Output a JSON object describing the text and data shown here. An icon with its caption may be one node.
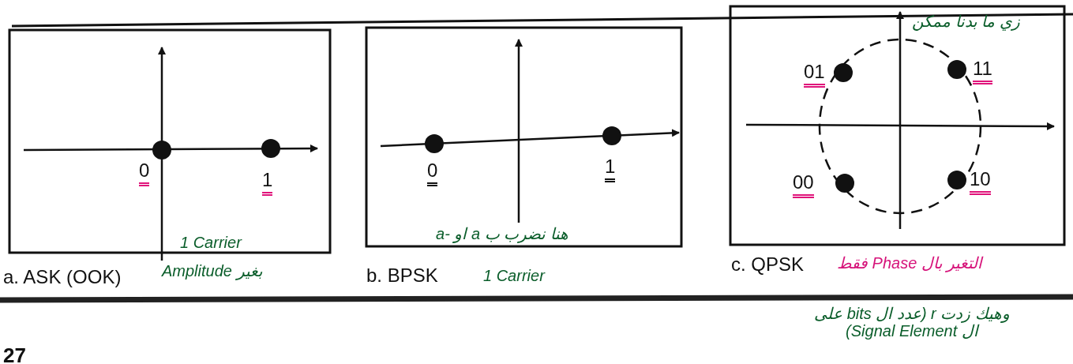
{
  "diagram": {
    "labels": [
      "0",
      "1",
      "1 Carrier",
      "a. ASK (OOK)",
      "Amplitude بغير",
      "0",
      "1",
      "هنا نضرب ب a او -a",
      "b. BPSK",
      "1 Carrier",
      "زي ما بدنا ممكن",
      "01",
      "11",
      "00",
      "10",
      "c. QPSK",
      "التغير بال Phase فقط",
      "وهيك زدت r (عدد ال bits على ال Signal Element)",
      "27"
    ]
  }
}
